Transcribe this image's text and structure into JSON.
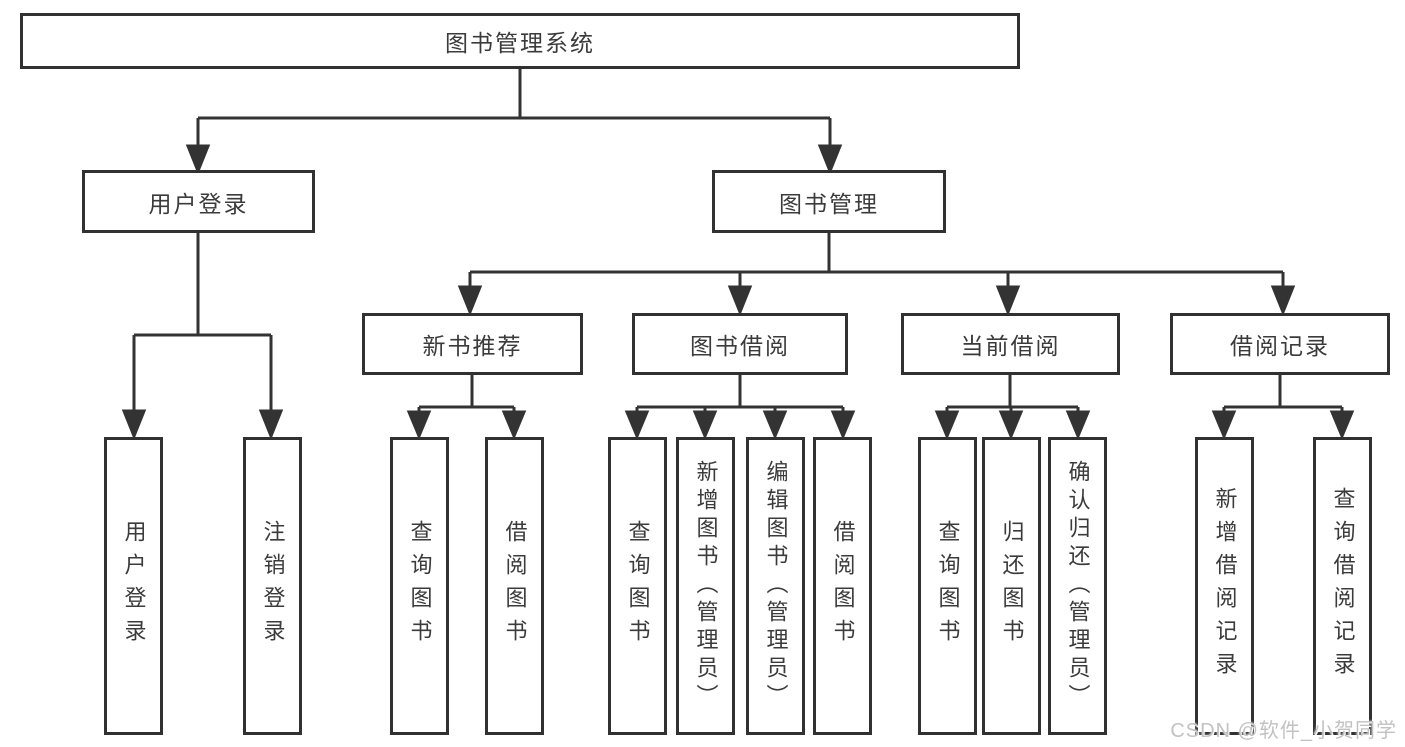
{
  "colors": {
    "line": "#333333",
    "box_border": "#313131",
    "text": "#3b3b3b",
    "watermark": "#c2c2c2",
    "background": "#ffffff"
  },
  "tree": {
    "root": {
      "label": "图书管理系统"
    },
    "children": [
      {
        "label": "用户登录",
        "children": [
          {
            "label": "用户登录"
          },
          {
            "label": "注销登录"
          }
        ]
      },
      {
        "label": "图书管理",
        "children": [
          {
            "label": "新书推荐",
            "children": [
              {
                "label": "查询图书"
              },
              {
                "label": "借阅图书"
              }
            ]
          },
          {
            "label": "图书借阅",
            "children": [
              {
                "label": "查询图书"
              },
              {
                "label": "新增图书（管理员）"
              },
              {
                "label": "编辑图书（管理员）"
              },
              {
                "label": "借阅图书"
              }
            ]
          },
          {
            "label": "当前借阅",
            "children": [
              {
                "label": "查询图书"
              },
              {
                "label": "归还图书"
              },
              {
                "label": "确认归还（管理员）"
              }
            ]
          },
          {
            "label": "借阅记录",
            "children": [
              {
                "label": "新增借阅记录"
              },
              {
                "label": "查询借阅记录"
              }
            ]
          }
        ]
      }
    ]
  },
  "watermark": {
    "text": "CSDN @软件_小贺同学"
  }
}
